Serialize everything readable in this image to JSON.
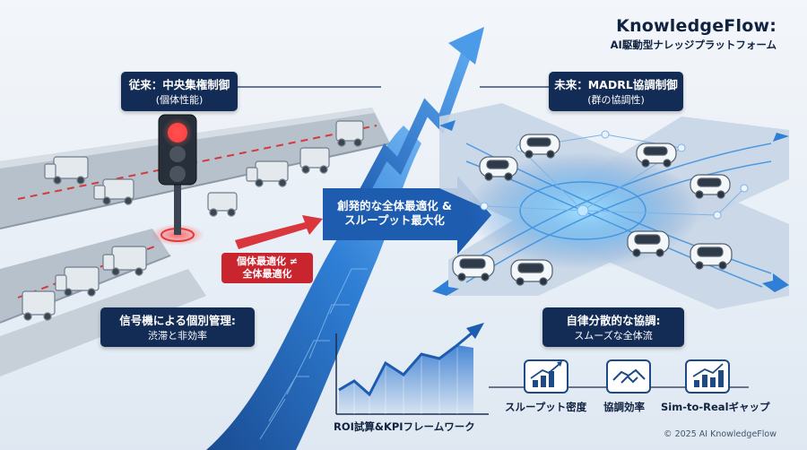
{
  "brand": {
    "title": "KnowledgeFlow:",
    "subtitle": "AI駆動型ナレッジプラットフォーム"
  },
  "left": {
    "header_title": "従来：中央集権制御",
    "header_sub": "(個体性能)",
    "red_tag_line1": "個体最適化 ≠",
    "red_tag_line2": "全体最適化",
    "bottom_title": "信号機による個別管理:",
    "bottom_sub": "渋滞と非効率"
  },
  "center": {
    "banner_line1": "創発的な全体最適化 &",
    "banner_line2": "スループット最大化",
    "roi_label": "ROI試算&KPIフレームワーク"
  },
  "right": {
    "header_title": "未来：MADRL協調制御",
    "header_sub": "(群の協調性)",
    "bottom_title": "自律分散的な協調:",
    "bottom_sub": "スムーズな全体流"
  },
  "kpis": [
    {
      "label": "スループット密度",
      "icon": "bar-chart-up-icon"
    },
    {
      "label": "協調効率",
      "icon": "handshake-icon"
    },
    {
      "label": "Sim-to-Realギャップ",
      "icon": "bar-chart-trend-icon"
    }
  ],
  "footer": {
    "copyright": "© 2025 AI KnowledgeFlow"
  },
  "colors": {
    "navy": "#132c55",
    "accent_blue": "#2f7fd6",
    "red": "#c9252e",
    "road": "#b9c3ce"
  }
}
